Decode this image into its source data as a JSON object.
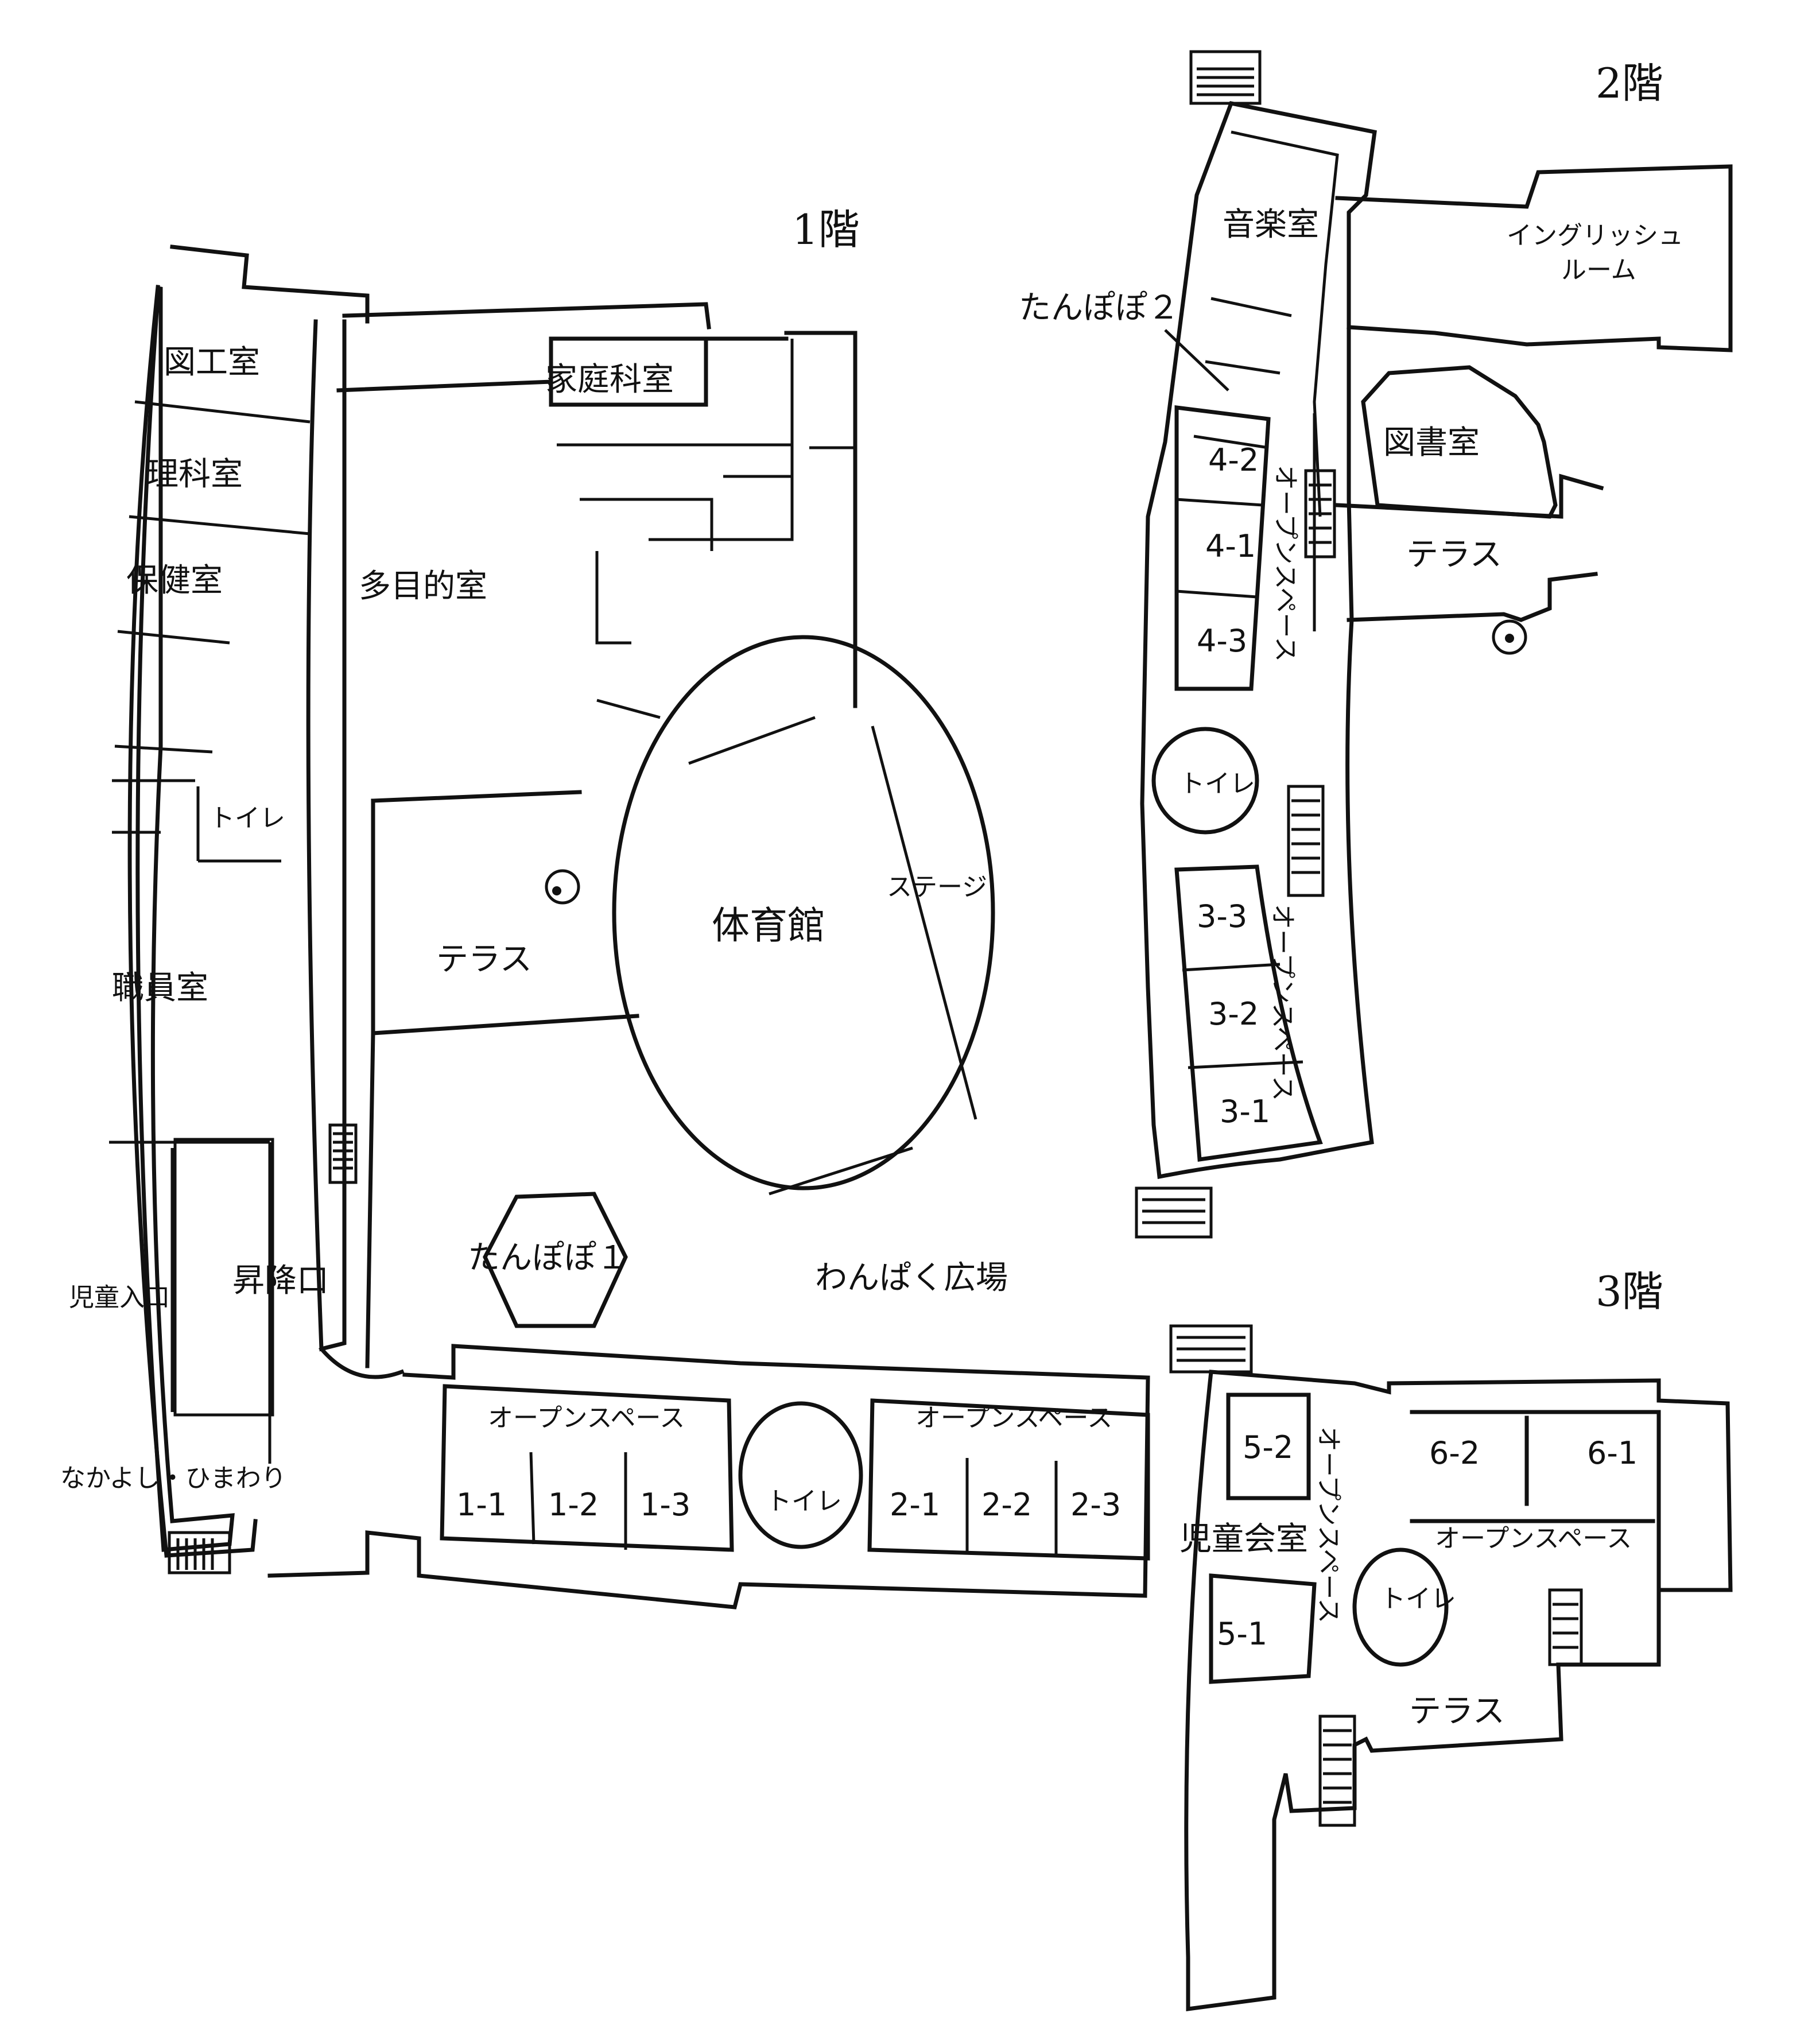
{
  "floor1": {
    "title": "1階",
    "rooms": {
      "zukoshitsu": "図工室",
      "rikashitsu": "理科室",
      "hokenshitsu": "保健室",
      "toilet": "トイレ",
      "shokuinshitsu": "職員室",
      "jido_iriguchi": "児童入口",
      "shokoguchi": "昇降口",
      "nakayoshi": "なかよし・ひまわり",
      "kateikashitsu": "家庭科室",
      "tamokuteki": "多目的室",
      "terrace": "テラス",
      "taiikukan": "体育館",
      "stage": "ステージ",
      "tanpopo1": "たんぽぽ１",
      "wanpaku": "わんぱく広場",
      "open_space_a": "オープンスペース",
      "open_space_b": "オープンスペース",
      "toilet2": "トイレ"
    },
    "classrooms": [
      "1-1",
      "1-2",
      "1-3",
      "2-1",
      "2-2",
      "2-3"
    ]
  },
  "floor2": {
    "title": "2階",
    "rooms": {
      "ongakushitsu": "音楽室",
      "english_room": "イングリッシュ ルーム",
      "english_line1": "イングリッシュ",
      "english_line2": "ルーム",
      "tanpopo2": "たんぽぽ２",
      "toshoshitsu": "図書室",
      "terrace": "テラス",
      "toilet": "トイレ",
      "open_space_a": "オープンスペース",
      "open_space_b": "オープンスペース"
    },
    "classrooms": [
      "4-2",
      "4-1",
      "4-3",
      "3-3",
      "3-2",
      "3-1"
    ]
  },
  "floor3": {
    "title": "3階",
    "rooms": {
      "jidokaishitsu": "児童会室",
      "open_space_a": "オープンスペース",
      "open_space_b": "オープンスペース",
      "toilet": "トイレ",
      "terrace": "テラス"
    },
    "classrooms": [
      "5-2",
      "5-1",
      "6-2",
      "6-1"
    ]
  }
}
